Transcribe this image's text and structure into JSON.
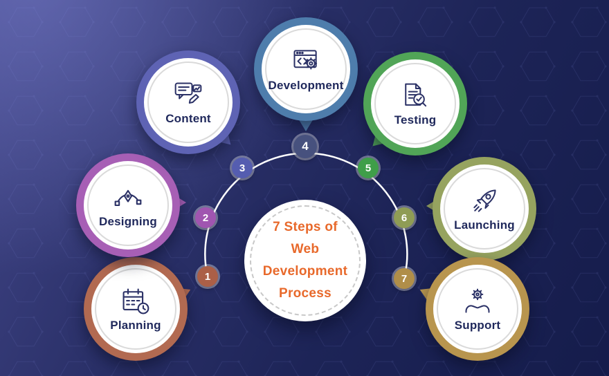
{
  "center": {
    "title_lines": [
      "7 Steps of",
      "Web",
      "Development",
      "Process"
    ],
    "text_color": "#e8692b"
  },
  "steps": [
    {
      "number": "1",
      "label": "Planning",
      "color": "#b26a51",
      "badge_color": "#ab5f47",
      "icon": "calendar-clock-icon"
    },
    {
      "number": "2",
      "label": "Designing",
      "color": "#a75fb5",
      "badge_color": "#a055b0",
      "icon": "bezier-pen-icon"
    },
    {
      "number": "3",
      "label": "Content",
      "color": "#5e63b4",
      "badge_color": "#555db0",
      "icon": "content-writing-icon"
    },
    {
      "number": "4",
      "label": "Development",
      "color": "#4e7dac",
      "badge_color": "#47517e",
      "icon": "browser-code-gear-icon"
    },
    {
      "number": "5",
      "label": "Testing",
      "color": "#51a557",
      "badge_color": "#3f9e49",
      "icon": "checklist-magnifier-icon"
    },
    {
      "number": "6",
      "label": "Launching",
      "color": "#96a35f",
      "badge_color": "#8f9c55",
      "icon": "rocket-icon"
    },
    {
      "number": "7",
      "label": "Support",
      "color": "#b8954e",
      "badge_color": "#b08e49",
      "icon": "hands-gear-icon"
    }
  ],
  "arc_color": "#ffffff",
  "background": {
    "base_top_left": "#43478a",
    "base_bottom": "#151c4b",
    "pattern": "hexagon-mesh",
    "pattern_color": "#8a93e8"
  }
}
